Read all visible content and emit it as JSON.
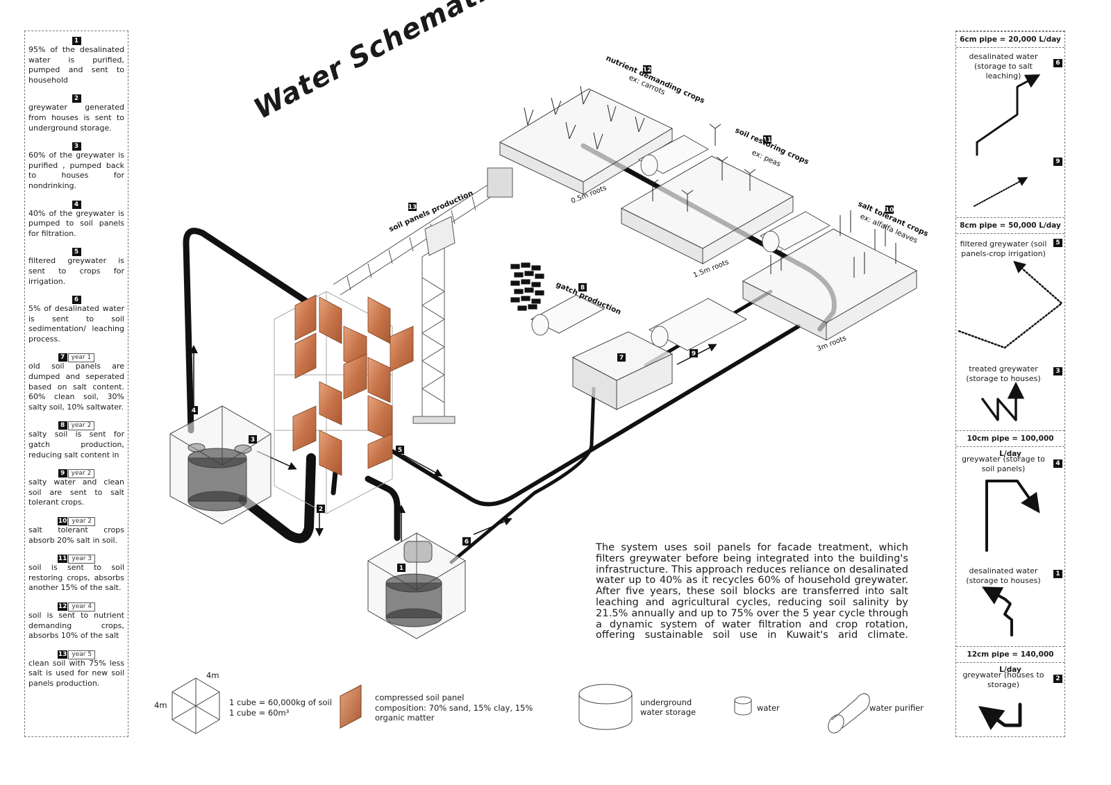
{
  "title": "Water Schematic",
  "steps": [
    {
      "num": "1",
      "year": "",
      "text": "95% of the desalinated water is purified, pumped and sent to household"
    },
    {
      "num": "2",
      "year": "",
      "text": "greywater generated from houses is sent to underground storage."
    },
    {
      "num": "3",
      "year": "",
      "text": "60% of the greywater is purified , pumped back to houses for nondrinking."
    },
    {
      "num": "4",
      "year": "",
      "text": "40% of the greywater is pumped to soil panels for filtration."
    },
    {
      "num": "5",
      "year": "",
      "text": "filtered greywater is sent to crops for irrigation."
    },
    {
      "num": "6",
      "year": "",
      "text": "5% of desalinated water is sent to soil sedimentation/ leaching process."
    },
    {
      "num": "7",
      "year": "year 1",
      "text": "old soil panels are dumped and seperated based on salt content. 60% clean soil, 30% salty soil, 10% saltwater."
    },
    {
      "num": "8",
      "year": "year 2",
      "text": "salty soil is sent for gatch production, reducing salt content in"
    },
    {
      "num": "9",
      "year": "year 2",
      "text": "salty water and clean soil are sent to salt tolerant crops."
    },
    {
      "num": "10",
      "year": "year 2",
      "text": "salt tolerant crops absorb 20% salt in soil."
    },
    {
      "num": "11",
      "year": "year 3",
      "text": "soil is sent to soil restoring crops, absorbs another 15% of the salt."
    },
    {
      "num": "12",
      "year": "year 4",
      "text": "soil is sent to nutrient demanding crops, absorbs 10% of the salt"
    },
    {
      "num": "13",
      "year": "year 5",
      "text": "clean soil with 75% less salt is used for new soil panels production."
    }
  ],
  "pipes": {
    "h1": "6cm pipe = 20,000 L/day",
    "l6": "desalinated water (storage to salt leaching)",
    "n6": "6",
    "n9": "9",
    "h2": "8cm pipe = 50,000 L/day",
    "l5": "filtered greywater (soil panels-crop irrigation)",
    "n5": "5",
    "l3": "treated greywater (storage to houses)",
    "n3": "3",
    "h3": "10cm pipe = 100,000 L/day",
    "l4": "greywater (storage to soil panels)",
    "n4": "4",
    "l1": "desalinated water (storage to houses)",
    "n1": "1",
    "h4": "12cm pipe = 140,000 L/day",
    "l2": "greywater (houses to storage)",
    "n2": "2"
  },
  "labels": {
    "l12": "nutrient demanding crops",
    "l12b": "ex: carrots",
    "l11": "soil restoring crops",
    "l11b": "ex: peas",
    "l10": "salt tolerant crops",
    "l10b": "ex: alfalfa leaves",
    "l13": "soil panels production",
    "l8": "gatch production",
    "r1": "0.5m roots",
    "r2": "1.5m roots",
    "r3": "3m roots"
  },
  "description": "The system uses soil panels for facade treatment, which filters greywater before being integrated into the building's infrastructure. This approach reduces reliance on desalinated water up to 40% as it recycles 60% of household greywater. After five years, these soil blocks are transferred into salt leaching and agricultural cycles, reducing soil salinity by 21.5% annually and up to 75% over the 5 year cycle through a dynamic system of water filtration and crop rotation, offering sustainable soil use in Kuwait's arid climate.",
  "legend": {
    "dim_top": "4m",
    "dim_left": "4m",
    "cube1": "1 cube = 60,000kg of soil",
    "cube2": "1 cube = 60m³",
    "panel_title": "compressed soil panel",
    "panel_comp": "composition: 70% sand, 15% clay, 15% organic matter",
    "storage": "underground water storage",
    "water": "water",
    "purifier": "water purifier"
  },
  "colors": {
    "ink": "#111111",
    "panel_brown": "#c8744a",
    "tank": "#3a3a3a",
    "glass": "#ececec"
  }
}
